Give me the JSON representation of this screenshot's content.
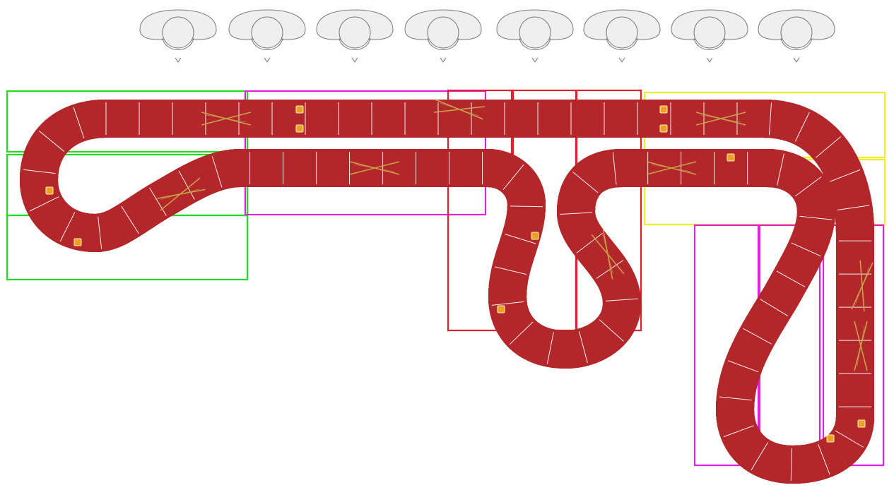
{
  "diagram": {
    "type": "slot-car-track-layout",
    "lanes": 4,
    "driver_stations": 8,
    "colors": {
      "background": "#ffffff",
      "asphalt": "#3b3b3b",
      "curb": "#b3262a",
      "lane_line": "#8d8d8d",
      "lane_highlight": "#1fae22",
      "segment_divider": "#f2f2f2",
      "crossover": "#c9a04a",
      "sensor": "#f0a020",
      "driver_fill": "#efefef",
      "driver_stroke": "#7a7a7a"
    },
    "zones": [
      {
        "id": "zone-green",
        "color": "#22dd22"
      },
      {
        "id": "zone-magenta",
        "color": "#e020e0"
      },
      {
        "id": "zone-red",
        "color": "#e0202a"
      },
      {
        "id": "zone-yellow",
        "color": "#f0f020"
      }
    ]
  }
}
